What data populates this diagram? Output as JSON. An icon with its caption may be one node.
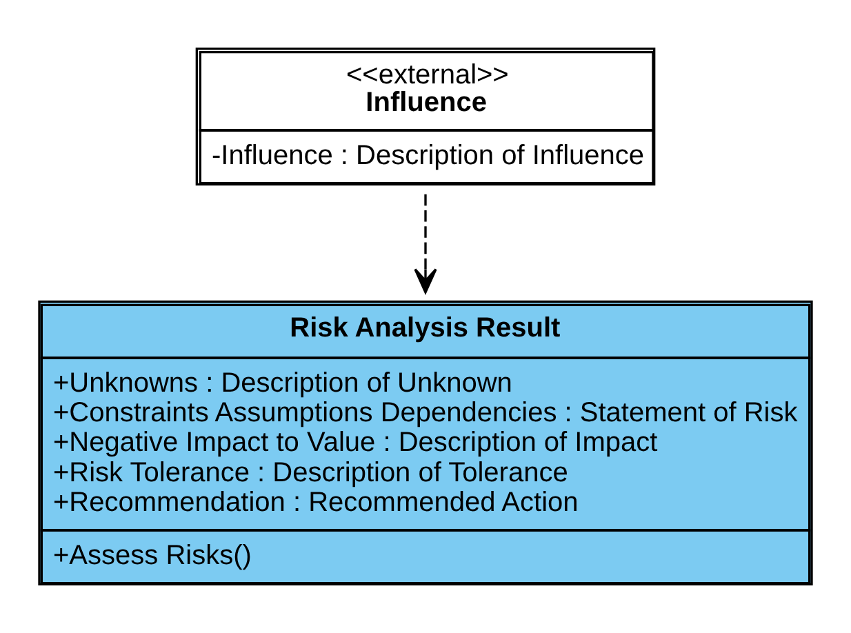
{
  "diagram": {
    "nodes": [
      {
        "text": [
          "<<external>>",
          "Influence",
          "-Influence : Description of Influence"
        ]
      },
      {
        "text": [
          "Risk Analysis Result",
          "+Unknowns : Description of Unknown",
          "+Constraints Assumptions Dependencies : Statement of Risk",
          "+Negative Impact to Value : Description of Impact",
          "+Risk Tolerance : Description of Tolerance",
          "+Recommendation : Recommended Action",
          "+Assess Risks()"
        ]
      }
    ],
    "edges": [
      {
        "from": 0,
        "to": 1,
        "arrow": "to",
        "style": "dashed"
      }
    ]
  }
}
